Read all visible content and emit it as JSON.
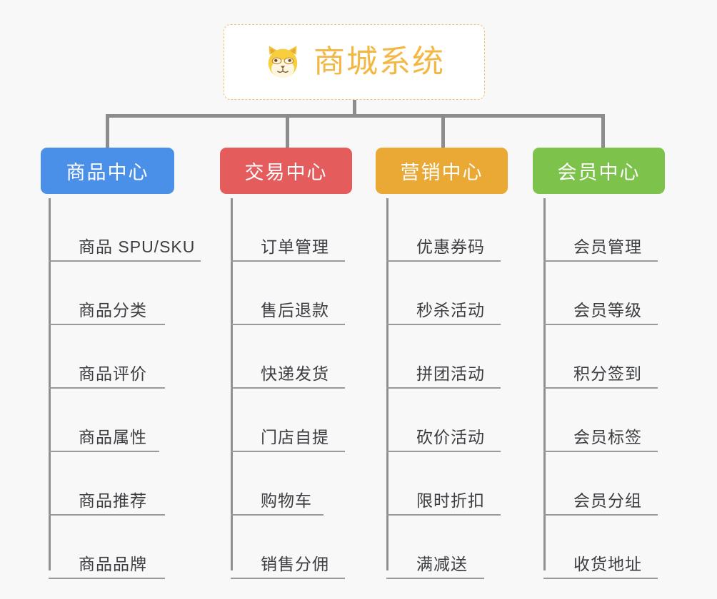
{
  "background_color": "#f8f8f8",
  "root": {
    "title": "商城系统",
    "icon": "shiba-dog-face-emoji",
    "text_color": "#f3b844",
    "border_color": "#f0c070"
  },
  "connector_color": "#8c8c8c",
  "columns": [
    {
      "id": "product-center",
      "label": "商品中心",
      "color": "#4a90e8",
      "items": [
        "商品 SPU/SKU",
        "商品分类",
        "商品评价",
        "商品属性",
        "商品推荐",
        "商品品牌"
      ]
    },
    {
      "id": "trade-center",
      "label": "交易中心",
      "color": "#e45c5c",
      "items": [
        "订单管理",
        "售后退款",
        "快递发货",
        "门店自提",
        "购物车",
        "销售分佣"
      ]
    },
    {
      "id": "marketing-center",
      "label": "营销中心",
      "color": "#eaa935",
      "items": [
        "优惠券码",
        "秒杀活动",
        "拼团活动",
        "砍价活动",
        "限时折扣",
        "满减送"
      ]
    },
    {
      "id": "member-center",
      "label": "会员中心",
      "color": "#7dc24b",
      "items": [
        "会员管理",
        "会员等级",
        "积分签到",
        "会员标签",
        "会员分组",
        "收货地址"
      ]
    }
  ]
}
